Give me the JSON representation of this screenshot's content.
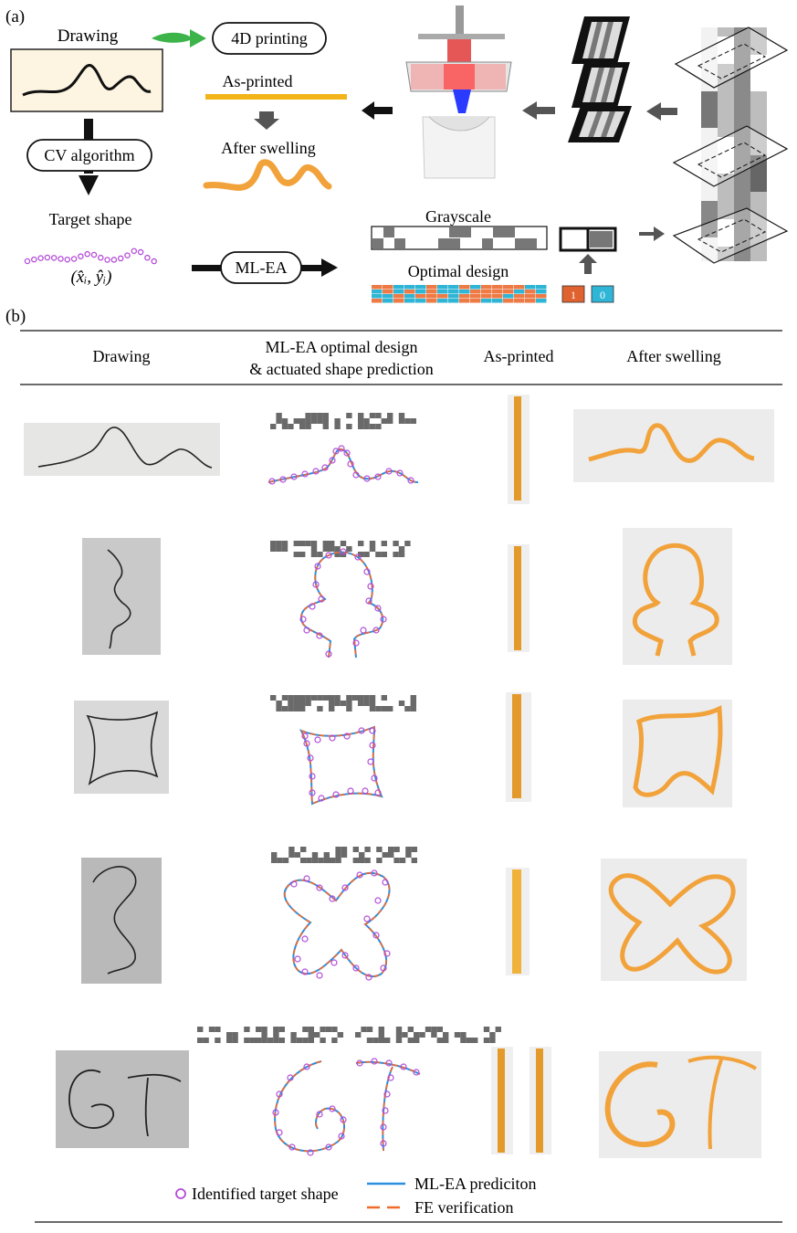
{
  "panel_a": {
    "label": "(a)",
    "drawing_label": "Drawing",
    "printing_label": "4D printing",
    "as_printed_label": "As-printed",
    "after_swelling_label": "After swelling",
    "cv_algorithm_label": "CV algorithm",
    "target_shape_label": "Target shape",
    "target_symbol": "(x̂ᵢ, ŷᵢ)",
    "ml_ea_label": "ML-EA",
    "grayscale_label": "Grayscale",
    "optimal_design_label": "Optimal design",
    "bit_one": "1",
    "bit_zero": "0"
  },
  "panel_b": {
    "label": "(b)",
    "headers": {
      "drawing": "Drawing",
      "ml_ea_line1": "ML-EA optimal design",
      "ml_ea_line2": "& actuated shape prediction",
      "as_printed": "As-printed",
      "after_swelling": "After swelling"
    },
    "legend": {
      "target": "Identified target shape",
      "prediction": "ML-EA prediciton",
      "fe": "FE verification"
    }
  },
  "colors": {
    "orange": "#f2a23a",
    "strip": "#e39a2a",
    "blue_pred": "#2b8fe0",
    "fe_orange": "#f06a2a",
    "purple_target": "#b44bd8",
    "green_arrow": "#3cb44a",
    "cream": "#fdf5e2",
    "design_blue": "#2fb5d6",
    "design_orange": "#ee7a45",
    "grey_dark": "#666666"
  }
}
